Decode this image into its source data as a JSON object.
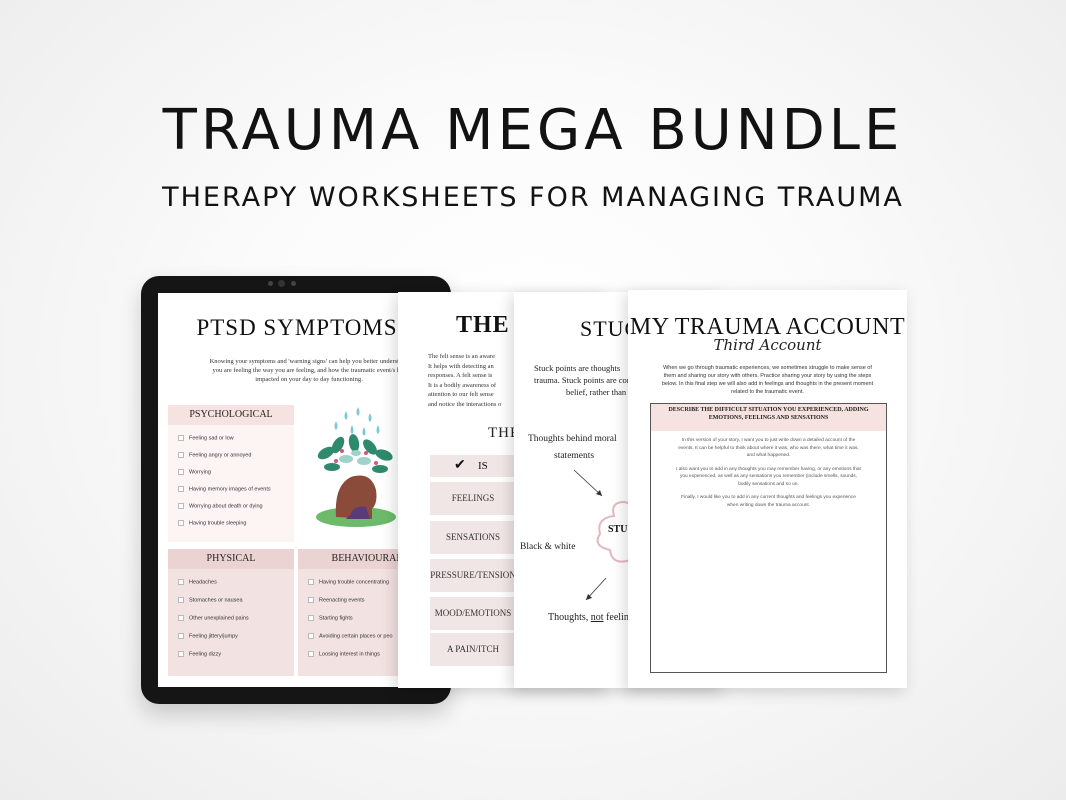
{
  "header": {
    "title": "TRAUMA MEGA BUNDLE",
    "subtitle": "THERAPY WORKSHEETS FOR MANAGING TRAUMA"
  },
  "ptsd": {
    "title": "PTSD SYMPTOMS",
    "intro": [
      "Knowing your symptoms and 'warning signs' can help you better understand",
      "you are feeling the way you are feeling, and how the traumatic event/s has",
      "impacted on your day to day functioning."
    ],
    "psychological": {
      "heading": "PSYCHOLOGICAL",
      "items": [
        "Feeling sad or low",
        "Feeling angry or annoyed",
        "Worrying",
        "Having memory images of events",
        "Worrying about death or dying",
        "Having trouble sleeping"
      ]
    },
    "physical": {
      "heading": "PHYSICAL",
      "items": [
        "Headaches",
        "Stomaches or nausea",
        "Other unexplained pains",
        "Feeling jittery/jumpy",
        "Feeling dizzy"
      ]
    },
    "behavioural": {
      "heading": "BEHAVIOURAL",
      "items": [
        "Having trouble concentrating",
        "Reenacting events",
        "Starting fights",
        "Avoiding certain places or peo",
        "Loosing interest in things"
      ]
    }
  },
  "felt_sense": {
    "title": "THE F",
    "intro": [
      "The felt sense is an aware",
      "It helps with detecting an",
      "responses. A felt sense is",
      "It is a bodily awareness of",
      "attention to our felt sense",
      "and notice the interactions o"
    ],
    "subhead": "THE",
    "check_label": "IS",
    "pills": [
      "FEELINGS",
      "SENSATIONS",
      "PRESSURE/TENSION",
      "MOOD/EMOTIONS",
      "A PAIN/ITCH"
    ]
  },
  "stuck": {
    "title": "STUC",
    "intro": [
      "Stuck points are thoughts",
      "trauma. Stuck points are con",
      "belief, rather than"
    ],
    "label_moral_1": "Thoughts behind moral",
    "label_moral_2": "statements",
    "center": "STUC",
    "label_bw": "Black & white",
    "label_thoughts_a": "Thoughts,",
    "label_thoughts_b": "not",
    "label_thoughts_c": "feeling"
  },
  "account": {
    "title": "MY TRAUMA ACCOUNT",
    "script": "Third Account",
    "intro": [
      "When we go through traumatic experiences, we sometimes struggle to make sense of",
      "them and sharing our story with others. Practice sharing your story by using the steps",
      "below. In this final step we will also add in feelings and thoughts in the present moment",
      "related to the traumatic event."
    ],
    "box_head": [
      "DESCRIBE THE DIFFICULT SITUATION YOU EXPERIENCED, ADDING",
      "EMOTIONS, FEELINGS AND SENSATIONS"
    ],
    "paragraphs": [
      [
        "In this version of your story, I want you to just write down a detailed account of the",
        "events. It can be helpful to think about where it was, who was there, what time it was,",
        "and what happened."
      ],
      [
        "I also want you to add in any thoughts you may remember having, or any emotions that",
        "you experienced, as well as any sensations you remember (include smells, sounds,",
        "bodily sensations and so on."
      ],
      [
        "Finally, I would like you to add in any current thoughts and feelings you experience",
        "when writing down the trauma account."
      ]
    ]
  },
  "colors": {
    "accent_pink": "#f3e2e2",
    "box_bg": "#fdf5f4",
    "pill_bg": "#f1e6e6"
  }
}
